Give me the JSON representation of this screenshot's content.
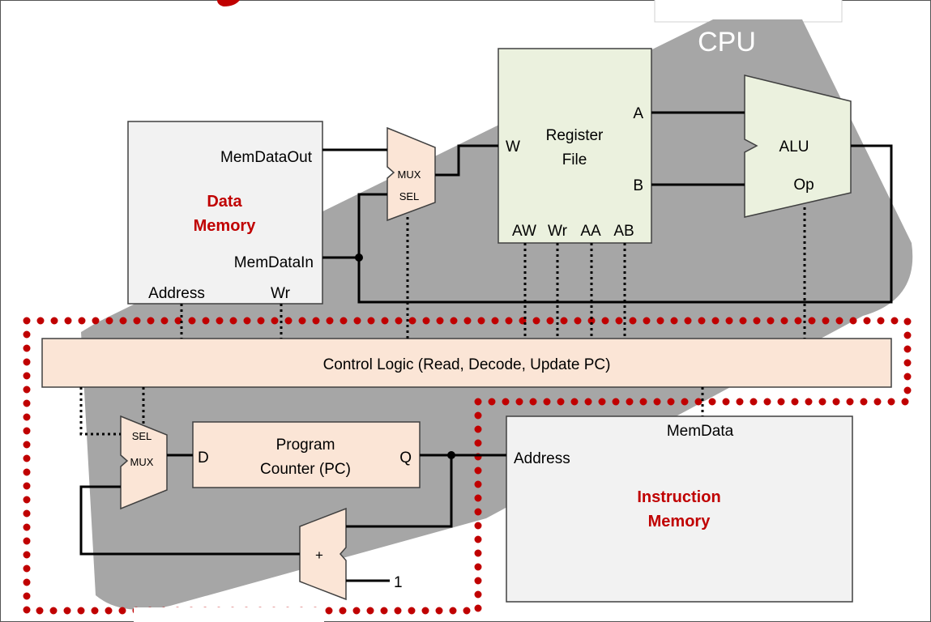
{
  "cpu": {
    "label": "CPU"
  },
  "data_memory": {
    "title_line1": "Data",
    "title_line2": "Memory",
    "mem_data_out": "MemDataOut",
    "mem_data_in": "MemDataIn",
    "address": "Address",
    "wr": "Wr"
  },
  "top_mux": {
    "mux": "MUX",
    "sel": "SEL"
  },
  "register_file": {
    "title_line1": "Register",
    "title_line2": "File",
    "w": "W",
    "a": "A",
    "b": "B",
    "aw": "AW",
    "wr": "Wr",
    "aa": "AA",
    "ab": "AB"
  },
  "alu": {
    "label": "ALU",
    "op": "Op"
  },
  "control_logic": {
    "label": "Control Logic (Read, Decode, Update PC)"
  },
  "pc_mux": {
    "sel": "SEL",
    "mux": "MUX"
  },
  "program_counter": {
    "title_line1": "Program",
    "title_line2": "Counter (PC)",
    "d": "D",
    "q": "Q"
  },
  "adder": {
    "symbol": "+",
    "constant": "1"
  },
  "instruction_memory": {
    "mem_data": "MemData",
    "address": "Address",
    "title_line1": "Instruction",
    "title_line2": "Memory"
  },
  "colors": {
    "cpu_gray": "#a6a6a6",
    "peach": "#fbe5d6",
    "light_green": "#ebf1de",
    "light_gray": "#f2f2f2",
    "dotted_red": "#c00000",
    "title_red": "#c00000"
  }
}
